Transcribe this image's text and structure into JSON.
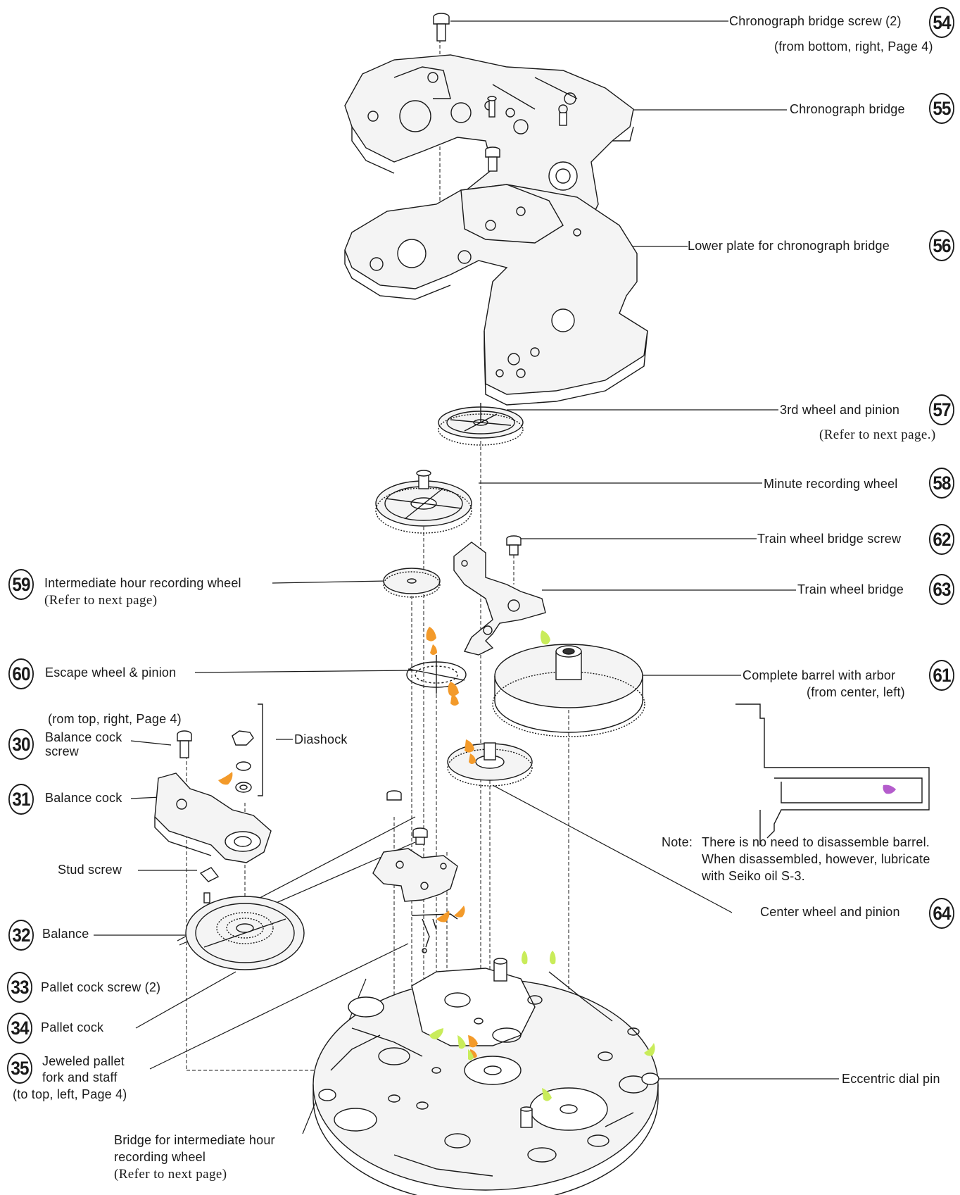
{
  "colors": {
    "line": "#1a1a1a",
    "part_fill": "#f4f4f4",
    "oil_orange": "#f39a2a",
    "oil_green": "#c9ec5a",
    "oil_purple": "#b45ccc"
  },
  "parts": {
    "p54": {
      "num": "54",
      "name": "Chronograph bridge screw (2)",
      "note": "(from bottom, right, Page 4)"
    },
    "p55": {
      "num": "55",
      "name": "Chronograph bridge"
    },
    "p56": {
      "num": "56",
      "name": "Lower plate for chronograph bridge"
    },
    "p57": {
      "num": "57",
      "name": "3rd wheel and pinion",
      "note": "(Refer to next page.)"
    },
    "p58": {
      "num": "58",
      "name": "Minute recording wheel"
    },
    "p62": {
      "num": "62",
      "name": "Train wheel bridge screw"
    },
    "p63": {
      "num": "63",
      "name": "Train wheel bridge"
    },
    "p59": {
      "num": "59",
      "name": "Intermediate hour recording wheel",
      "note": "(Refer to next page)"
    },
    "p60": {
      "num": "60",
      "name": "Escape wheel & pinion"
    },
    "p61": {
      "num": "61",
      "name": "Complete barrel with arbor",
      "note": "(from center, left)"
    },
    "p30": {
      "num": "30",
      "pre_note": "(rom top, right, Page 4)",
      "name_line1": "Balance cock",
      "name_line2": "screw"
    },
    "diashock": {
      "name": "Diashock"
    },
    "p31": {
      "num": "31",
      "name": "Balance cock"
    },
    "stud_screw": {
      "name": "Stud screw"
    },
    "p32": {
      "num": "32",
      "name": "Balance"
    },
    "p33": {
      "num": "33",
      "name": "Pallet cock screw (2)"
    },
    "p34": {
      "num": "34",
      "name": "Pallet cock"
    },
    "p35": {
      "num": "35",
      "name_line1": "Jeweled pallet",
      "name_line2": "fork and staff",
      "note": "(to top, left, Page 4)"
    },
    "p64": {
      "num": "64",
      "name": "Center wheel and pinion"
    },
    "eccentric": {
      "name": "Eccentric dial pin"
    },
    "bridge_intermediate": {
      "line1": "Bridge for intermediate hour",
      "line2": "recording wheel",
      "line3": "(Refer to next page)"
    }
  },
  "note": {
    "label": "Note:",
    "line1": "There is no need to disassemble barrel.",
    "line2": "When disassembled, however, lubricate",
    "line3": "with Seiko oil S-3."
  }
}
